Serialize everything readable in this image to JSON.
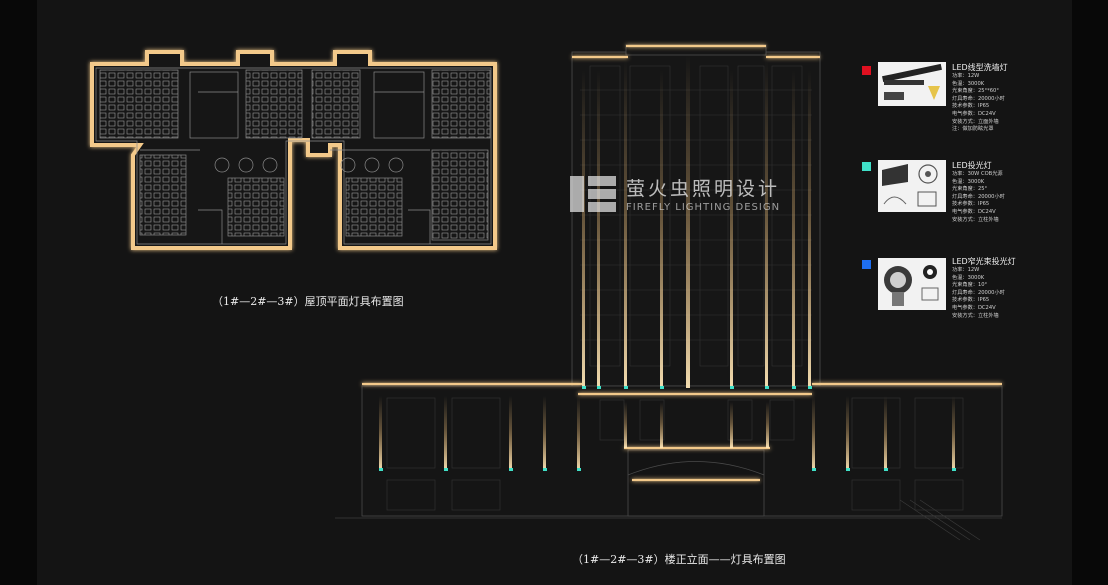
{
  "captions": {
    "roof_plan": "（1#—2#—3#）屋顶平面灯具布置图",
    "elevation": "（1#—2#—3#）楼正立面——灯具布置图"
  },
  "watermark": {
    "cn": "萤火虫照明设计",
    "en": "FIREFLY LIGHTING DESIGN",
    "icon": "firefly-logo-icon"
  },
  "legend": [
    {
      "title": "LED线型洗墙灯",
      "color": "#e01020",
      "icon": "linear-wall-washer-icon",
      "specs": [
        "功率：12W",
        "色温：3000K",
        "光束角度：25°*60°",
        "灯具寿命：20000小时",
        "技术参数：IP65",
        "电气参数：DC24V",
        "安装方式：立面外墙",
        "注：做加防眩光罩"
      ]
    },
    {
      "title": "LED投光灯",
      "color": "#40e0c8",
      "icon": "flood-light-icon",
      "specs": [
        "功率：30W  COB光源",
        "色温：3000K",
        "光束角度：25°",
        "灯具寿命：20000小时",
        "技术参数：IP65",
        "电气参数：DC24V",
        "安装方式：立柱外墙"
      ]
    },
    {
      "title": "LED窄光束投光灯",
      "color": "#1e6ef0",
      "icon": "narrow-beam-spotlight-icon",
      "specs": [
        "功率：12W",
        "色温：3000K",
        "光束角度：10°",
        "灯具寿命：20000小时",
        "技术参数：IP65",
        "电气参数：DC24V",
        "安装方式：立柱外墙"
      ]
    }
  ],
  "colors": {
    "glow": "#f3c98a",
    "outline": "#8a8a8a",
    "background": "#141414"
  }
}
